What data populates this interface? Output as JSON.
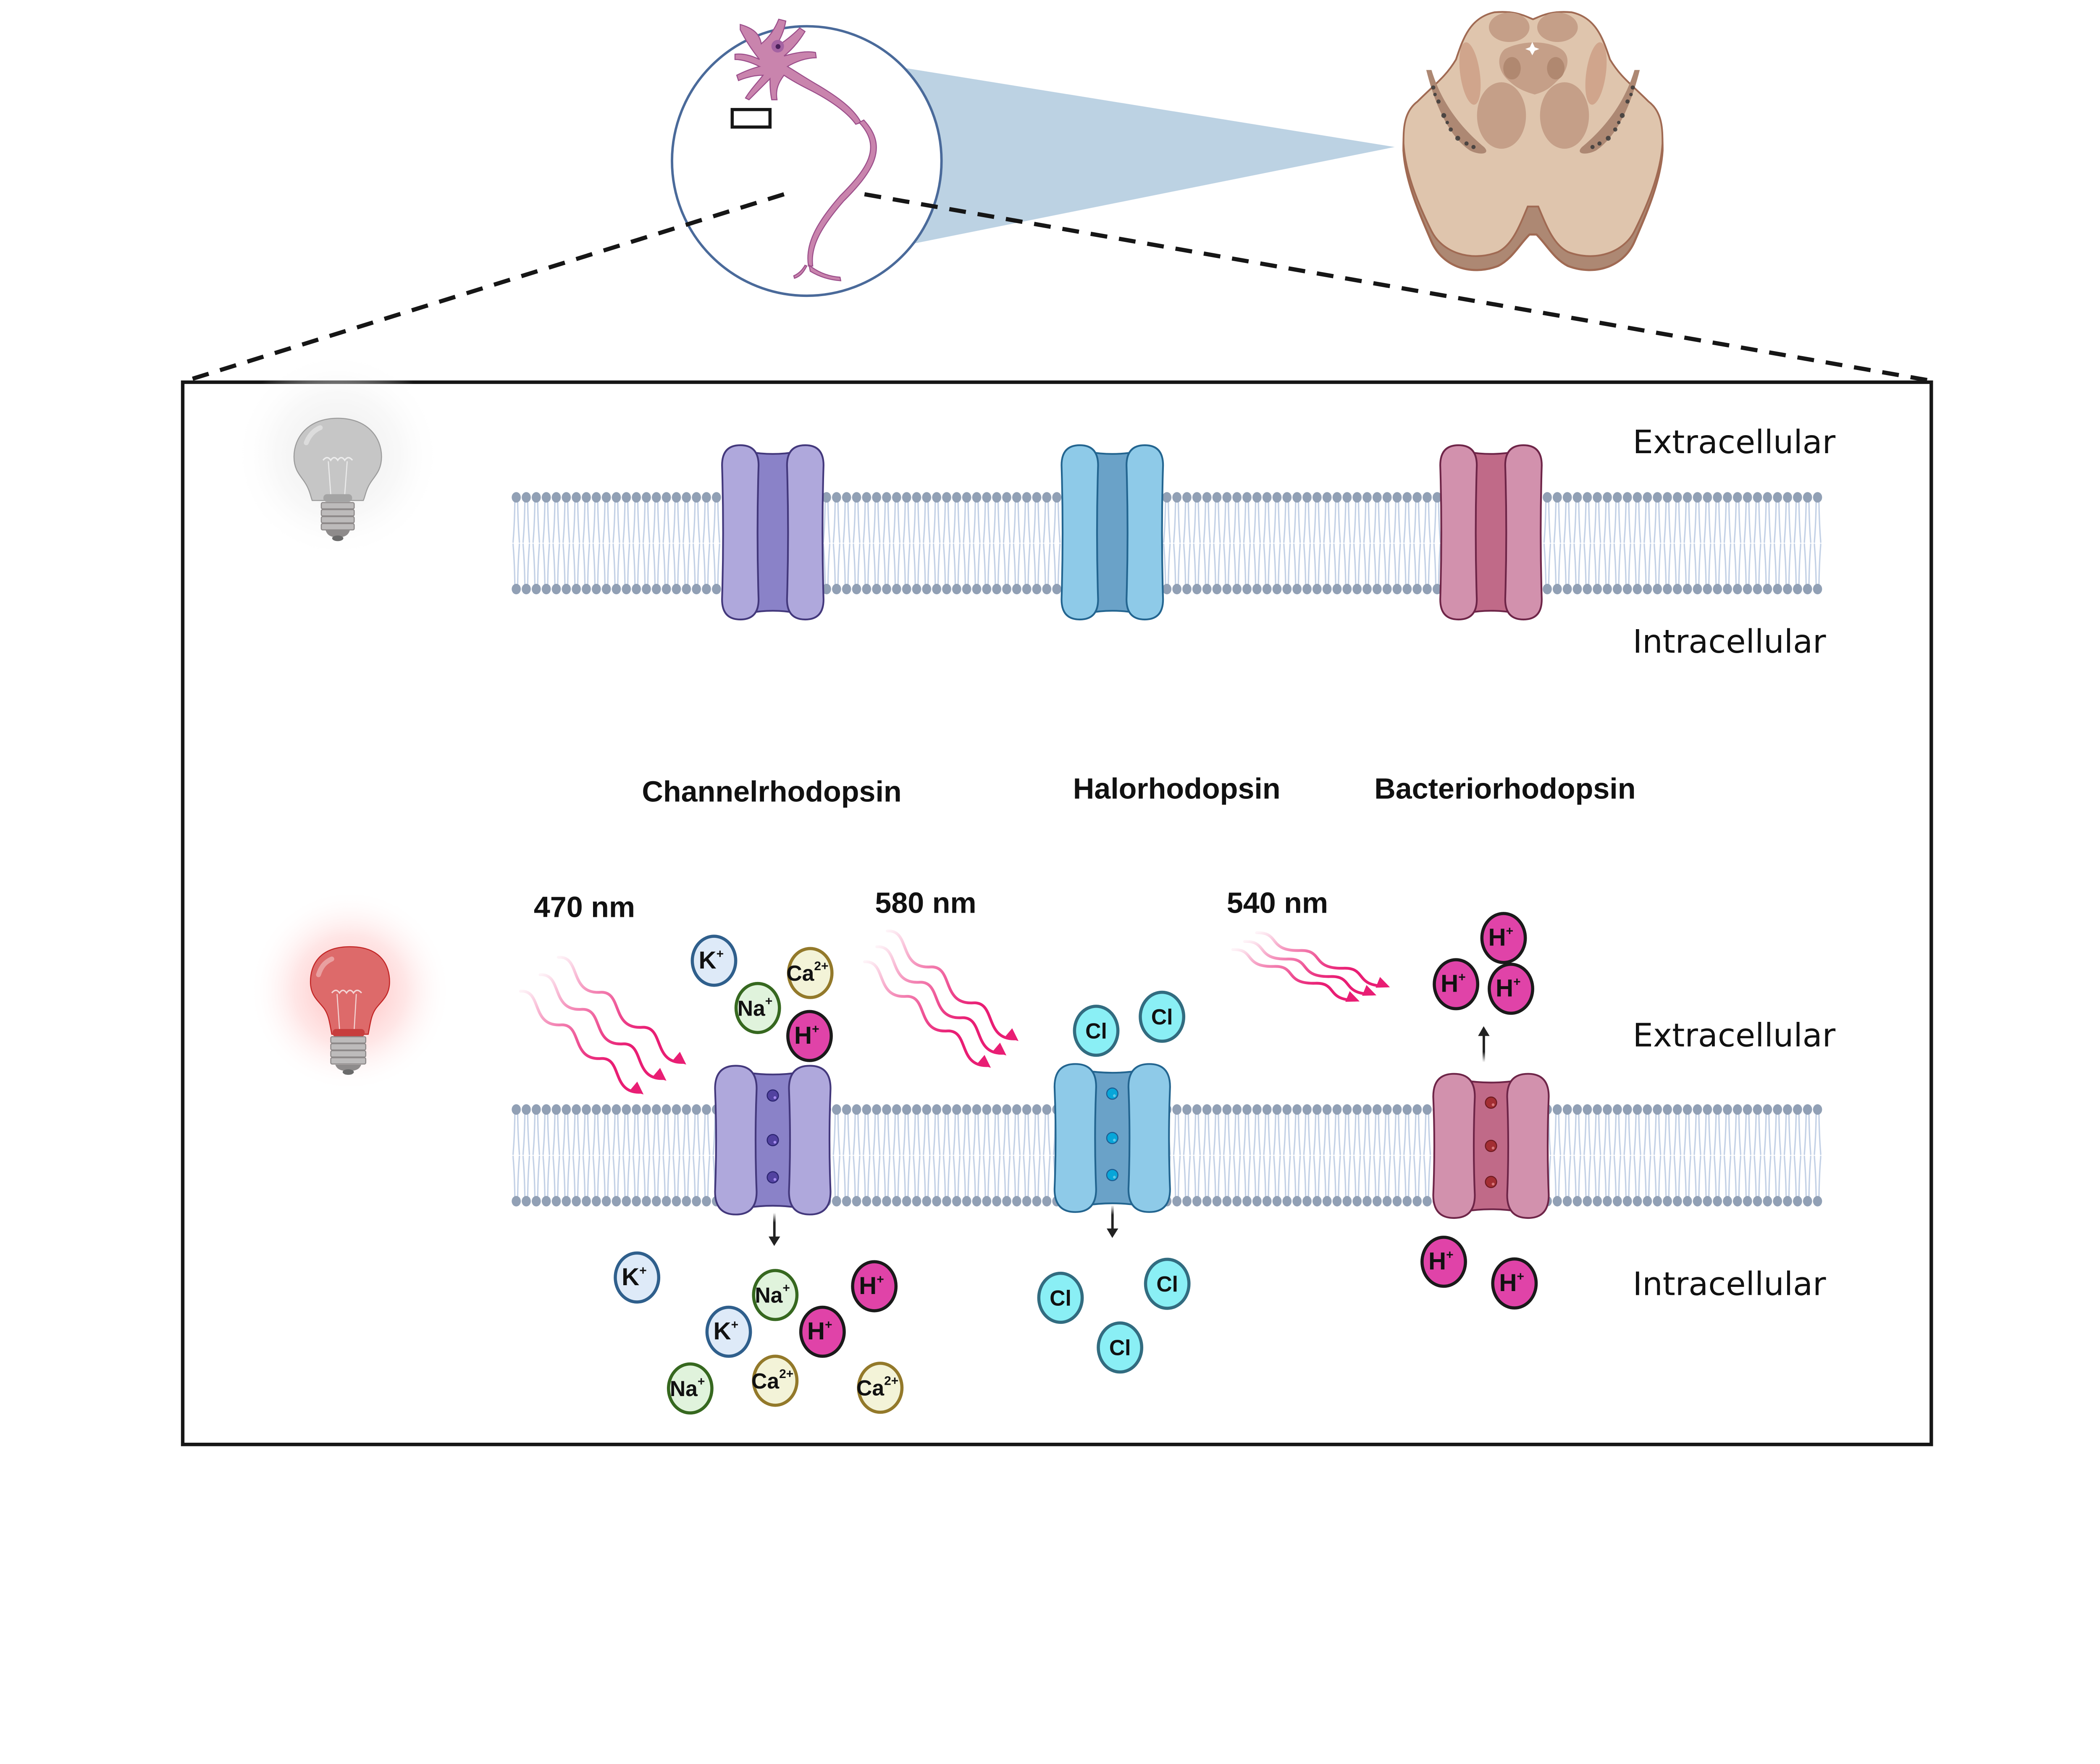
{
  "figure": {
    "title": "Optogenetic opsins: light-gated ion channels and pumps in the neuronal membrane",
    "overview": {
      "neuron_inset": "neuron",
      "tissue_section": "midbrain cross-section (substantia nigra)"
    },
    "panels": {
      "dark": {
        "light_state": "off",
        "region_labels": {
          "top": "Extracellular",
          "bottom": "Intracellular"
        }
      },
      "illuminated": {
        "light_state": "on",
        "region_labels": {
          "top": "Extracellular",
          "bottom": "Intracellular"
        }
      }
    },
    "opsins": [
      {
        "name": "Channelrhodopsin",
        "wavelength": "470 nm",
        "type": "channel",
        "color": "#afa8dc",
        "core_color": "#8a82c8",
        "outline": "#43387c",
        "direction": "inward",
        "ions_outside": [
          {
            "symbol": "K",
            "charge": "+",
            "kind": "K"
          },
          {
            "symbol": "Ca",
            "charge": "2+",
            "kind": "Ca"
          },
          {
            "symbol": "Na",
            "charge": "+",
            "kind": "Na"
          },
          {
            "symbol": "H",
            "charge": "+",
            "kind": "H"
          }
        ],
        "ions_inside": [
          {
            "symbol": "K",
            "charge": "+",
            "kind": "K"
          },
          {
            "symbol": "Na",
            "charge": "+",
            "kind": "Na"
          },
          {
            "symbol": "H",
            "charge": "+",
            "kind": "H"
          },
          {
            "symbol": "K",
            "charge": "+",
            "kind": "K"
          },
          {
            "symbol": "H",
            "charge": "+",
            "kind": "H"
          },
          {
            "symbol": "Na",
            "charge": "+",
            "kind": "Na"
          },
          {
            "symbol": "Ca",
            "charge": "2+",
            "kind": "Ca"
          },
          {
            "symbol": "Ca",
            "charge": "2+",
            "kind": "Ca"
          }
        ]
      },
      {
        "name": "Halorhodopsin",
        "wavelength": "580 nm",
        "type": "pump",
        "color": "#8ecae8",
        "core_color": "#6aa2c8",
        "outline": "#236590",
        "direction": "inward",
        "ions_outside": [
          {
            "symbol": "Cl",
            "charge": "",
            "kind": "Cl"
          },
          {
            "symbol": "Cl",
            "charge": "",
            "kind": "Cl"
          }
        ],
        "ions_inside": [
          {
            "symbol": "Cl",
            "charge": "",
            "kind": "Cl"
          },
          {
            "symbol": "Cl",
            "charge": "",
            "kind": "Cl"
          },
          {
            "symbol": "Cl",
            "charge": "",
            "kind": "Cl"
          }
        ]
      },
      {
        "name": "Bacteriorhodopsin",
        "wavelength": "540 nm",
        "type": "pump",
        "color": "#d291ad",
        "core_color": "#c06a88",
        "outline": "#6e2548",
        "direction": "outward",
        "ions_outside": [
          {
            "symbol": "H",
            "charge": "+",
            "kind": "H"
          },
          {
            "symbol": "H",
            "charge": "+",
            "kind": "H"
          },
          {
            "symbol": "H",
            "charge": "+",
            "kind": "H"
          }
        ],
        "ions_inside": [
          {
            "symbol": "H",
            "charge": "+",
            "kind": "H"
          },
          {
            "symbol": "H",
            "charge": "+",
            "kind": "H"
          }
        ]
      }
    ],
    "ion_styles": {
      "K": {
        "fill": "#deeaf8",
        "stroke": "#2f5f8c"
      },
      "Na": {
        "fill": "#e0f3dc",
        "stroke": "#36681f"
      },
      "Ca": {
        "fill": "#f3f3d8",
        "stroke": "#93792a"
      },
      "H": {
        "fill": "#e043a8",
        "stroke": "#1a1a1a"
      },
      "Cl": {
        "fill": "#8aeff5",
        "stroke": "#326c80"
      }
    },
    "colors": {
      "membrane_head": "#91a0b5",
      "membrane_tail": "#c3d1e6",
      "light_wave": "#e91e74",
      "bulb_off": "#c6c6c6",
      "bulb_on": "#dd6a6a",
      "neuron": "#c984ad",
      "zoom_cone": "#b8d0e2",
      "tissue": "#dfc5ad"
    }
  }
}
